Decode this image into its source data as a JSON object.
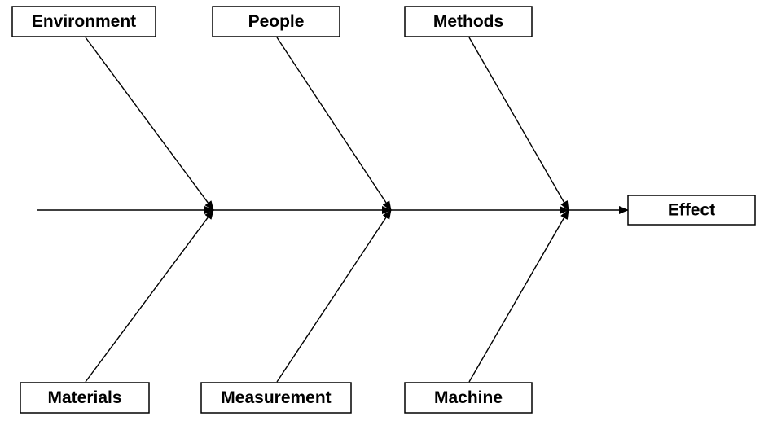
{
  "colors": {
    "line": "#000000",
    "box_fill": "#ffffff",
    "text": "#000000"
  },
  "effect": {
    "label": "Effect"
  },
  "causes": {
    "environment": "Environment",
    "people": "People",
    "methods": "Methods",
    "materials": "Materials",
    "measurement": "Measurement",
    "machine": "Machine"
  }
}
